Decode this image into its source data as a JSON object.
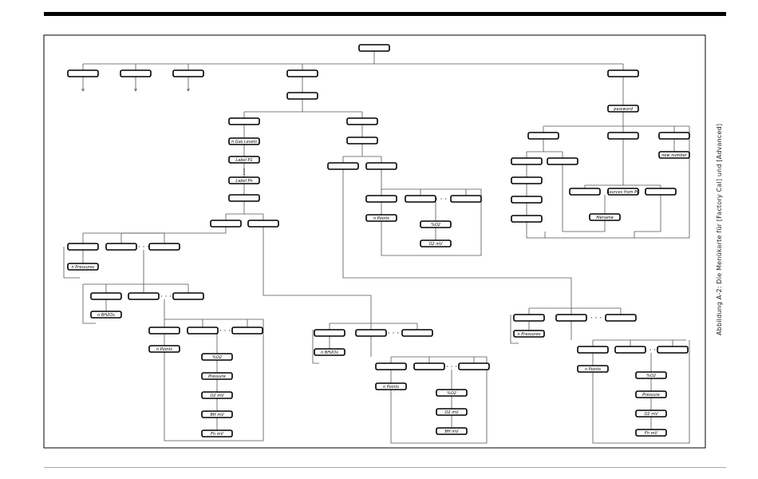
{
  "caption": "Abbildung A-2: Die Menükarte für [Factory Cal] und [Advanced]",
  "labels": {
    "password": "password",
    "n_gas_levels": "n Gas Levels",
    "label_p1": "Label P1",
    "label_pn": "Label Pn",
    "n_points": "n Points",
    "pct_o2": "%O2",
    "o2_mv": "O2 mV",
    "new_number": "new number",
    "sources_from_pc": "Sources from PC",
    "filename": "filename",
    "n_pressures": "n Pressures",
    "n_bh2os": "n BH2Os",
    "pressure": "Pressure",
    "bh_mv": "BH mV",
    "fh_mv": "Fh mV",
    "ellipsis": "· · ·"
  }
}
